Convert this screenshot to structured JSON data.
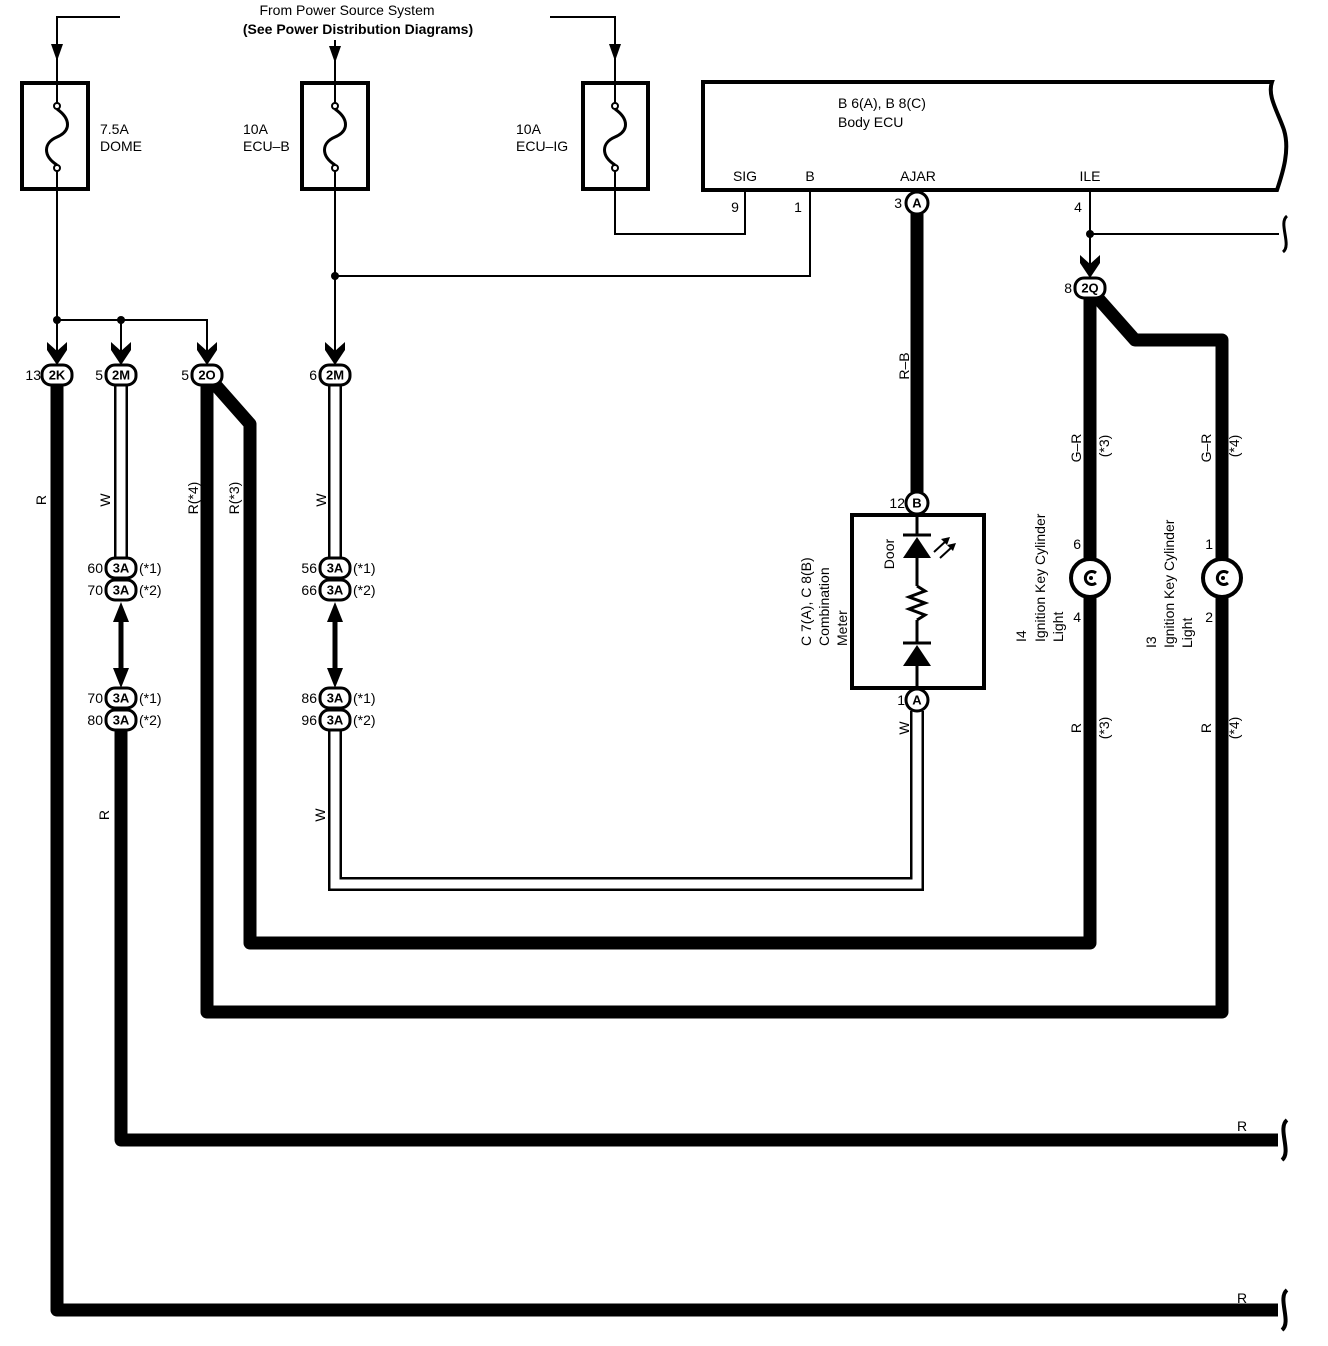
{
  "source": {
    "line1": "From Power Source System",
    "line2": "(See Power Distribution Diagrams)"
  },
  "fuses": [
    {
      "rating": "7.5A",
      "name": "DOME"
    },
    {
      "rating": "10A",
      "name": "ECU–B"
    },
    {
      "rating": "10A",
      "name": "ECU–IG"
    }
  ],
  "body_ecu": {
    "code": "B 6(A), B 8(C)",
    "name": "Body ECU",
    "pins": [
      {
        "label": "SIG",
        "number": "9"
      },
      {
        "label": "B",
        "number": "1"
      },
      {
        "label": "AJAR",
        "number": "3",
        "connector": "A"
      },
      {
        "label": "ILE",
        "number": "4"
      }
    ]
  },
  "junctions": {
    "j2k": {
      "id": "2K",
      "pin": "13"
    },
    "j2m_left": {
      "id": "2M",
      "pin": "5"
    },
    "j2o": {
      "id": "2O",
      "pin": "5"
    },
    "j2m_mid": {
      "id": "2M",
      "pin": "6"
    },
    "j2q": {
      "id": "2Q",
      "pin": "8"
    }
  },
  "connectors_3a": {
    "left": [
      {
        "id": "3A",
        "pin": "60",
        "note": "(*1)"
      },
      {
        "id": "3A",
        "pin": "70",
        "note": "(*2)"
      },
      {
        "id": "3A",
        "pin": "70",
        "note": "(*1)"
      },
      {
        "id": "3A",
        "pin": "80",
        "note": "(*2)"
      }
    ],
    "middle": [
      {
        "id": "3A",
        "pin": "56",
        "note": "(*1)"
      },
      {
        "id": "3A",
        "pin": "66",
        "note": "(*2)"
      },
      {
        "id": "3A",
        "pin": "86",
        "note": "(*1)"
      },
      {
        "id": "3A",
        "pin": "96",
        "note": "(*2)"
      }
    ]
  },
  "wires": {
    "dome_r": "R",
    "dome_w": "W",
    "r_4": "R(*4)",
    "r_3": "R(*3)",
    "ecub_w": "W",
    "left_r": "R",
    "mid_w": "W",
    "ajar_rb": "R–B",
    "meter_w": "W",
    "i4_in": "G–R",
    "i4_in_note": "(*3)",
    "i4_out": "R",
    "i4_out_note": "(*3)",
    "i3_in": "G–R",
    "i3_in_note": "(*4)",
    "i3_out": "R",
    "i3_out_note": "(*4)",
    "right_r1": "R",
    "right_r2": "R"
  },
  "combination_meter": {
    "code": "C 7(A), C 8(B)",
    "name_line1": "Combination",
    "name_line2": "Meter",
    "indicator": "Door",
    "pin_b": {
      "number": "12",
      "connector": "B"
    },
    "pin_a": {
      "number": "1",
      "connector": "A"
    }
  },
  "lights": [
    {
      "code": "I4",
      "name_line1": "Ignition Key Cylinder",
      "name_line2": "Light",
      "pin_in": "6",
      "pin_out": "4"
    },
    {
      "code": "I3",
      "name_line1": "Ignition Key Cylinder",
      "name_line2": "Light",
      "pin_in": "1",
      "pin_out": "2"
    }
  ]
}
